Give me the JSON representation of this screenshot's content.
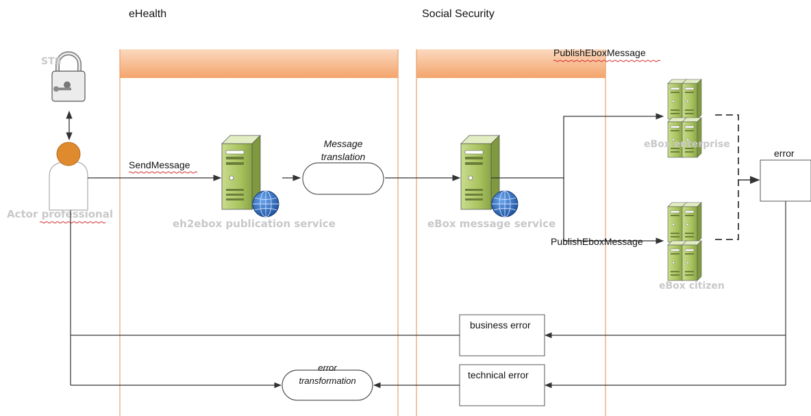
{
  "column_headers": {
    "ehealth": "eHealth",
    "social_security": "Social Security"
  },
  "actor": {
    "label": "Actor professional",
    "sts_label": "STS"
  },
  "messages": {
    "send_message": "SendMessage",
    "publish_top": "PublishEboxMessage",
    "publish_bottom": "PublishEboxMessage",
    "message_translation_line1": "Message",
    "message_translation_line2": "translation",
    "error_transformation_line1": "error",
    "error_transformation_line2": "transformation"
  },
  "services": {
    "eh2ebox": "eh2ebox publication service",
    "ebox_message": "eBox message service",
    "ebox_enterprise": "eBox enterprise",
    "ebox_citizen": "eBox citizen"
  },
  "errors": {
    "error_box": "error",
    "business_error": "business error",
    "technical_error": "technical error"
  },
  "colors": {
    "lane_header_top": "#fbd9bf",
    "lane_header_bottom": "#f4a46b",
    "lane_border": "#e9a06a",
    "server_body": "#aec66a",
    "globe": "#2b6fc4",
    "actor_head": "#e08a2e",
    "error_underline": "#d42b2b"
  },
  "icons": [
    "lock-icon",
    "person-icon",
    "server-icon",
    "globe-icon",
    "server-cluster-icon"
  ]
}
